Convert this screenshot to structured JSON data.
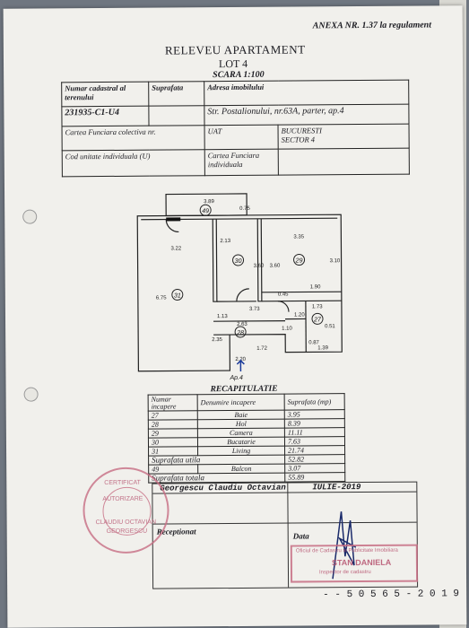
{
  "header": {
    "annex": "ANEXA NR. 1.37 la regulament",
    "title": "RELEVEU APARTAMENT",
    "lot": "LOT 4",
    "scale": "SCARA 1:100"
  },
  "info_table": {
    "cadastral_label": "Numar cadastral al terenului",
    "surface_label": "Suprafata",
    "address_label": "Adresa imobilului",
    "cadastral_value": "231935-C1-U4",
    "address_value": "Str. Postalionului, nr.63A, parter, ap.4",
    "cf_collective_label": "Cartea Funciara colectiva nr.",
    "uat_label": "UAT",
    "uat_value_city": "BUCURESTI",
    "uat_value_sector": "SECTOR 4",
    "unit_code_label": "Cod unitate individuala (U)",
    "cf_individual_label": "Cartea Funciara individuala"
  },
  "plan": {
    "rooms": [
      "31",
      "30",
      "29",
      "28",
      "27",
      "49"
    ],
    "dimensions": [
      "3.89",
      "0.75",
      "2.13",
      "3.35",
      "3.22",
      "3.60",
      "3.60",
      "3.10",
      "6.75",
      "1.90",
      "3.73",
      "1.73",
      "1.13",
      "2.63",
      "0.45",
      "1.10",
      "0.51",
      "2.35",
      "1.72",
      "0.87",
      "1.39",
      "2.20",
      "1.20"
    ],
    "entrance": "Ap.4"
  },
  "recap": {
    "title": "RECAPITULATIE",
    "headers": [
      "Numar incapere",
      "Denumire incapere",
      "Suprafata (mp)"
    ],
    "rows": [
      {
        "nr": "27",
        "name": "Baie",
        "area": "3.95"
      },
      {
        "nr": "28",
        "name": "Hol",
        "area": "8.39"
      },
      {
        "nr": "29",
        "name": "Camera",
        "area": "11.11"
      },
      {
        "nr": "30",
        "name": "Bucatarie",
        "area": "7.63"
      },
      {
        "nr": "31",
        "name": "Living",
        "area": "21.74"
      }
    ],
    "util_label": "Suprafata utila",
    "util_value": "52.82",
    "balcony_nr": "49",
    "balcony_name": "Balcon",
    "balcony_area": "3.07",
    "total_label": "Suprafata totala",
    "total_value": "55.89"
  },
  "signature": {
    "author": "Georgescu Claudiu Octavian",
    "date": "IULIE-2019",
    "received_label": "Receptionat",
    "date_label": "Data",
    "stamp_right_line1": "Oficiul de Cadastru si Publicitate Imobiliara",
    "stamp_right_name": "STAN DANIELA",
    "stamp_right_role": "Inspector de cadastru",
    "stamp_left_line1": "CERTIFICAT",
    "stamp_left_line2": "AUTORIZARE",
    "stamp_left_name": "CLAUDIU OCTAVIAN",
    "stamp_left_name2": "GEORGESCU",
    "serial": "- - 5 0 5 6 5 - 2 0 1 9"
  }
}
